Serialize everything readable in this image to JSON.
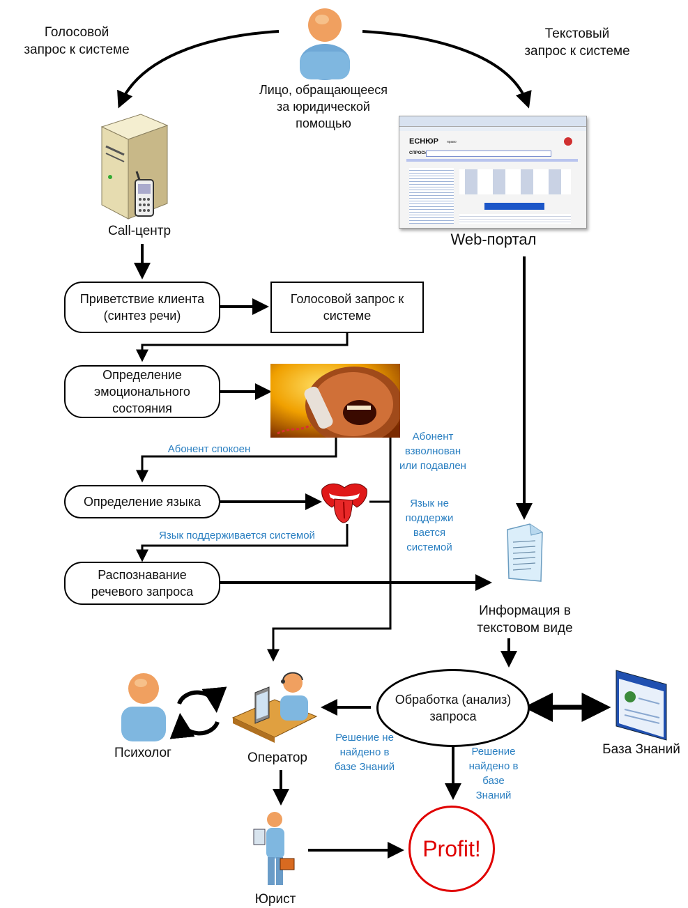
{
  "top": {
    "voice_query": "Голосовой\nзапрос к системе",
    "text_query": "Текстовый\nзапрос к системе",
    "client": "Лицо, обращающееся\nза юридической\nпомощью"
  },
  "nodes": {
    "call_center": "Call-центр",
    "web_portal": "Web-портал",
    "greeting": "Приветствие клиента\n(синтез речи)",
    "voice_request": "Голосовой запрос к\nсистеме",
    "emotion": "Определение\nэмоционального\nсостояния",
    "language": "Определение языка",
    "recognition": "Распознавание\nречевого запроса",
    "text_info": "Информация в\nтекстовом виде",
    "processing": "Обработка (анализ)\nзапроса",
    "psychologist": "Психолог",
    "operator": "Оператор",
    "lawyer": "Юрист",
    "knowledge_base": "База Знаний",
    "profit": "Profit!"
  },
  "edge_labels": {
    "calm": "Абонент спокоен",
    "agitated": "Абонент\nвзволнован\nили подавлен",
    "lang_supported": "Язык поддерживается системой",
    "lang_not_supported": "Язык не\nподдержи\nвается\nсистемой",
    "not_found": "Решение не\nнайдено в\nбазе Знаний",
    "found": "Решение\nнайдено в\nбазе\nЗнаний"
  },
  "portal": {
    "brand": "ЕСНЮР",
    "brand_suffix": "право",
    "search": "СПРОСИ"
  },
  "colors": {
    "arrow": "#000000",
    "edge_label": "#2a7fc1",
    "profit": "#e00000",
    "person_body": "#7fb7e0",
    "person_head": "#f0a060"
  }
}
